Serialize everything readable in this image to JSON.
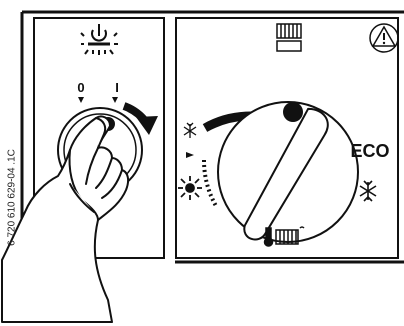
{
  "left_panel": {
    "label_off": "0",
    "label_on": "I"
  },
  "right_panel": {
    "eco_label": "ECO"
  },
  "figure_code": "6 720 610 629-04 .1C",
  "icons": {
    "power": "power-standby-icon",
    "warning": "warning-triangle-icon",
    "radiator": "radiator-icon",
    "thermometer_radiator": "thermometer-radiator-icon",
    "sun": "sun-comfort-icon",
    "frost": "frost-protection-icon",
    "snowflake": "snowflake-icon"
  },
  "colors": {
    "line": "#111111",
    "background": "#ffffff"
  }
}
